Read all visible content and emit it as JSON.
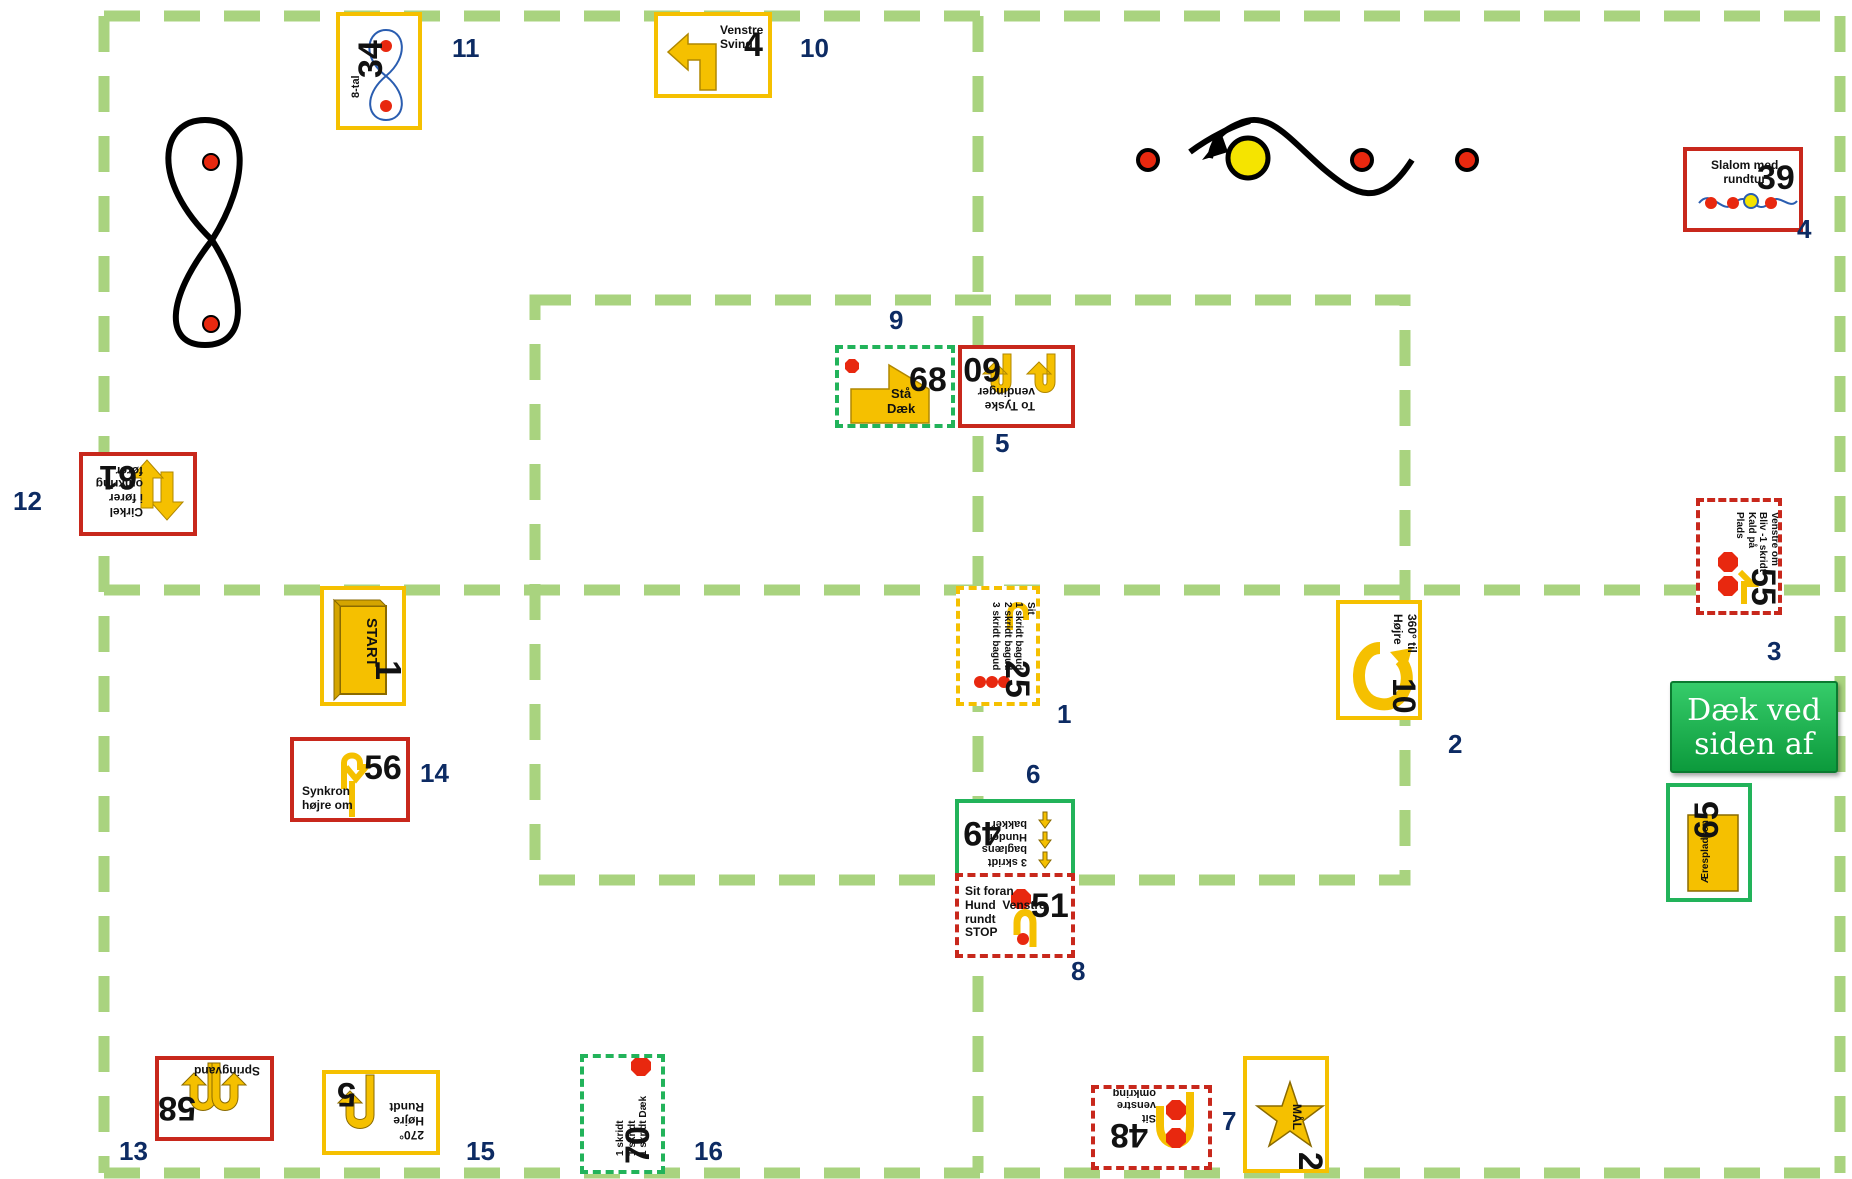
{
  "button": {
    "label": "Dæk ved\nsiden af"
  },
  "cards": {
    "c34": {
      "number": "34",
      "text": "8-tal"
    },
    "c4": {
      "number": "4",
      "text": "Venstre\nSving"
    },
    "c39": {
      "number": "39",
      "text": "Slalom med\nrundtur"
    },
    "c68": {
      "number": "68",
      "text": "Stå\nDæk"
    },
    "c60": {
      "number": "60",
      "text": "To Tyske\nvendinger"
    },
    "c61": {
      "number": "61",
      "text": "Cirkel\ni fører\nomkring\nfører"
    },
    "c55": {
      "number": "55",
      "text": "Venstre om\nBliv -1 skridt\nKald på\nPlads"
    },
    "c1": {
      "number": "1",
      "text": "START"
    },
    "c25": {
      "number": "25",
      "text": "Sit\n1 skridt bagud\n2 skridt bagud\n3 skridt bagud"
    },
    "c10": {
      "number": "10",
      "text": "360° til\nHøjre"
    },
    "c56": {
      "number": "56",
      "text": "Synkron\nhøjre om"
    },
    "c49": {
      "number": "49",
      "text": "3 skridt\nbaglæns\nHunden\nbakker"
    },
    "c65": {
      "number": "65",
      "text": "Ærespladsen"
    },
    "c51": {
      "number": "51",
      "text": "Sit foran\nHund  Venstre\nrundt\nSTOP",
      "stop": "STOP"
    },
    "c58": {
      "number": "58",
      "text": "Springvand"
    },
    "c5": {
      "number": "5",
      "text": "270°\nHøjre\nRundt"
    },
    "c70": {
      "number": "70",
      "text": "1 skridt\n1 skridt\n1 skridt Dæk",
      "stop": "STOP"
    },
    "c48": {
      "number": "48",
      "text": "Sit\nvenstre\nomkring",
      "stop": "STOP"
    },
    "c2": {
      "number": "2",
      "text": "MÅL"
    }
  },
  "order_labels": {
    "o1": "1",
    "o2": "2",
    "o3": "3",
    "o4": "4",
    "o5": "5",
    "o6": "6",
    "o7": "7",
    "o8": "8",
    "o9": "9",
    "o10": "10",
    "o11": "11",
    "o12": "12",
    "o13": "13",
    "o14": "14",
    "o15": "15",
    "o16": "16"
  },
  "colors": {
    "lane_green": "#a9d37f",
    "card_yellow": "#f5c000",
    "card_red": "#c8281c",
    "card_green": "#22b35a",
    "order_number": "#0d2b63",
    "cone_red": "#e8280f",
    "ball_yellow": "#f5e400"
  },
  "icons": [
    "figure-eight-path-icon",
    "slalom-path-icon",
    "arrow-icon",
    "stop-sign-icon",
    "star-icon"
  ]
}
